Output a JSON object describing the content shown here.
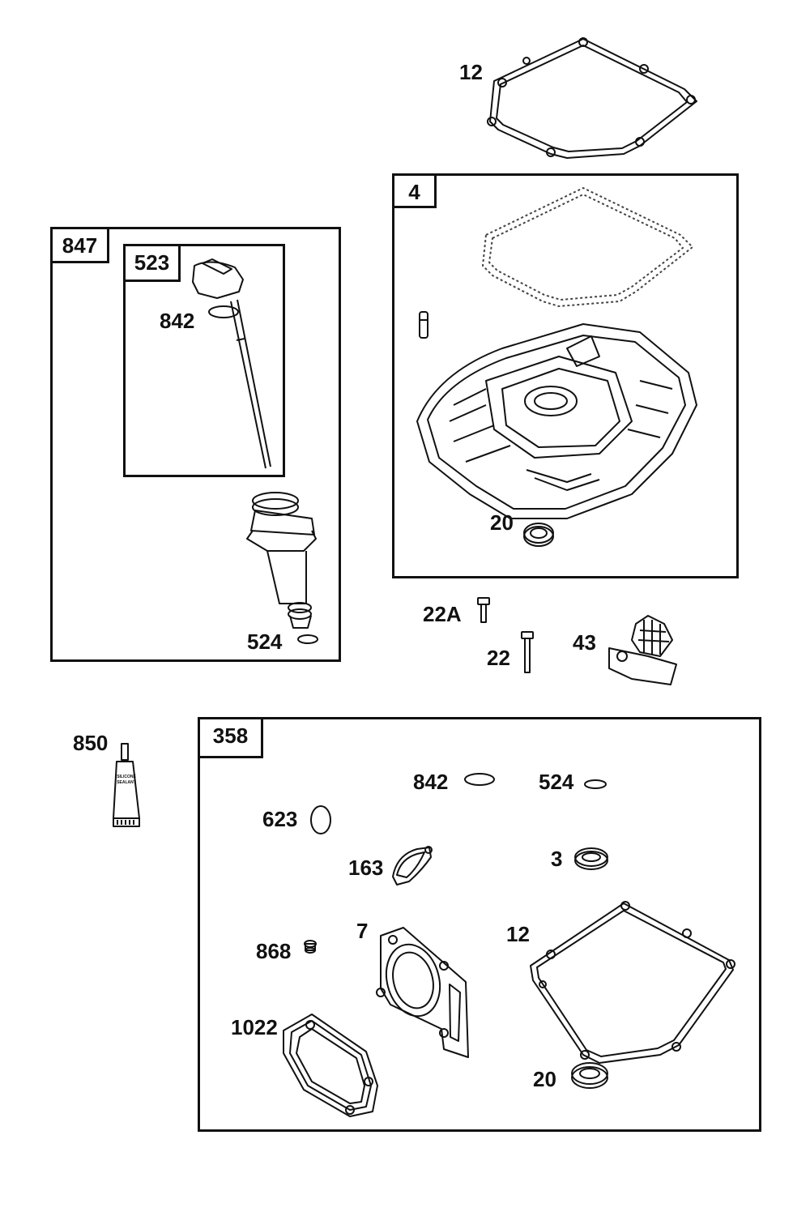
{
  "callouts": {
    "top_gasket": "12",
    "kit_4": "4",
    "seal_20_upper": "20",
    "bolt_22a": "22A",
    "bolt_22": "22",
    "governor_43": "43",
    "dipstick_assembly": "847",
    "dipstick_kit": "523",
    "oring_842_upper": "842",
    "oring_524_upper": "524",
    "sealant_850": "850",
    "gasket_set": "358",
    "oring_842_lower": "842",
    "oring_524_lower": "524",
    "oring_623": "623",
    "gasket_163": "163",
    "seal_3": "3",
    "head_gasket_7": "7",
    "gasket_12_lower": "12",
    "plug_868": "868",
    "gasket_1022": "1022",
    "seal_20_lower": "20"
  },
  "sealant_tube_text": [
    "SILICONE",
    "SEALANT"
  ]
}
